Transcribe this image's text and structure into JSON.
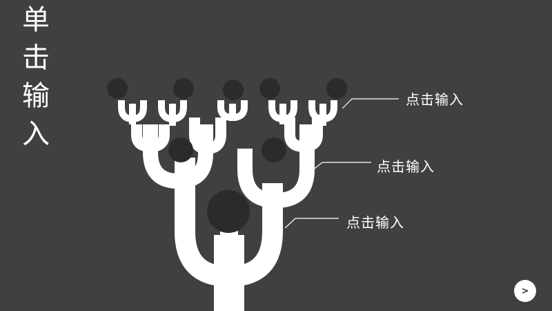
{
  "title": {
    "chars": [
      "单",
      "击",
      "输",
      "入"
    ]
  },
  "labels": [
    {
      "text": "点击输入"
    },
    {
      "text": "点击输入"
    },
    {
      "text": "点击输入"
    }
  ],
  "nav": {
    "next_label": ">"
  },
  "colors": {
    "background": "#404040",
    "tree": "#ffffff",
    "circle": "#2b2b2b",
    "line": "#ffffff"
  }
}
